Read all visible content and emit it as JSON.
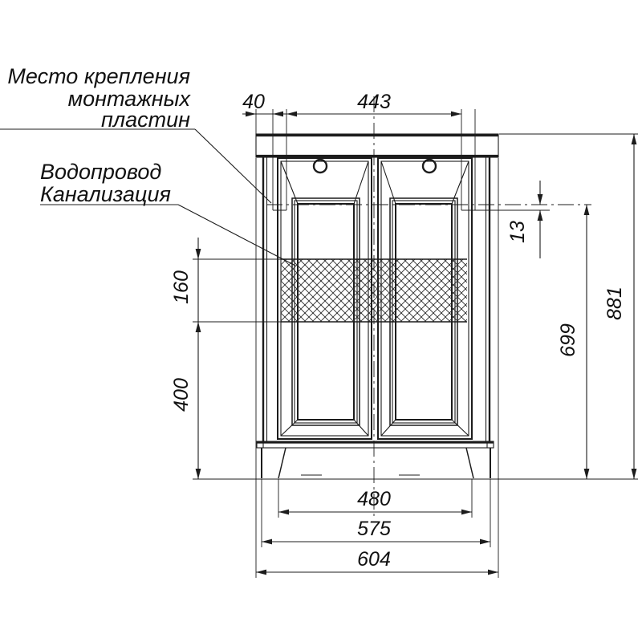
{
  "drawing": {
    "title_labels": {
      "mounting_plates": {
        "line1": "Место крепления",
        "line2": "монтажных",
        "line3": "пластин"
      },
      "plumbing": {
        "line1": "Водопровод",
        "line2": "Канализация"
      }
    },
    "dimensions": {
      "top_offset": "40",
      "top_span": "443",
      "plate_height": "13",
      "height_to_plates": "699",
      "height_total": "881",
      "hatch_zone_height": "160",
      "zone_bottom_height": "400",
      "legs_inner_span": "480",
      "body_width": "575",
      "overall_width": "604"
    },
    "colors": {
      "line": "#1c1c1c",
      "background": "#ffffff",
      "text": "#111111"
    }
  }
}
